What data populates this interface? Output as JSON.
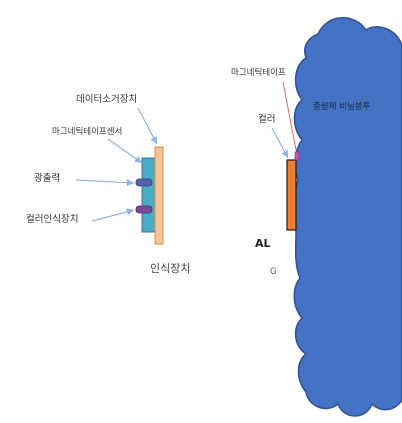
{
  "device": {
    "label_data_eraser": "데이터소거장치",
    "label_magnetic_sensor": "마그네틱테이프센서",
    "label_light_output": "광출력",
    "label_color_recognizer": "컬러인식장치",
    "caption": "인식장치"
  },
  "bag": {
    "label_magnetic_tape": "마그네틱테이프",
    "label_color": "컬러",
    "label_al": "AL",
    "label_g": "G",
    "label_bag_name": "종량제 비닐봉투"
  },
  "colors": {
    "device_body": "#4bacc6",
    "device_plate": "#f9c395",
    "device_plate_edge": "#d98b4a",
    "device_knob": "#5a5fae",
    "cloud_fill": "#4472c4",
    "cloud_stroke": "#2f528f",
    "color_strip": "#ed7d31",
    "arrow": "#8eb4e3",
    "tape_line": "#e56a6a"
  }
}
